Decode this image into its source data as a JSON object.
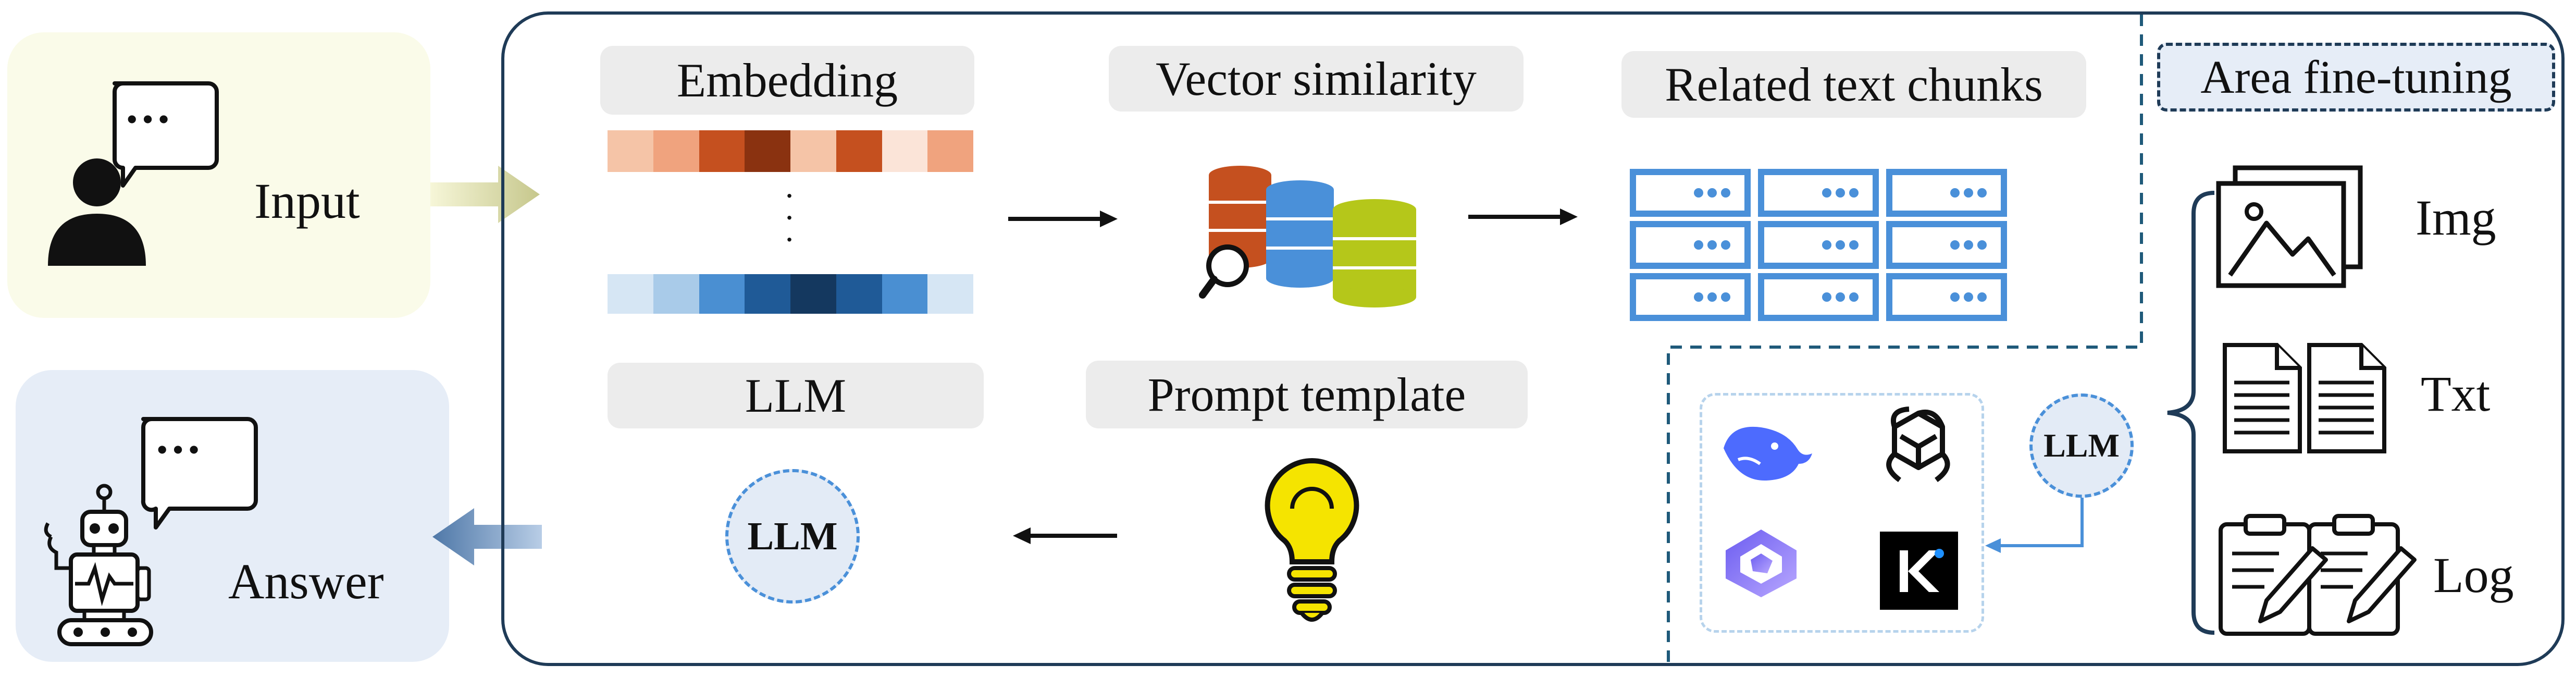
{
  "actors": {
    "input_label": "Input",
    "answer_label": "Answer",
    "bubble_text": "•••"
  },
  "pipeline": {
    "embedding_label": "Embedding",
    "similarity_label": "Vector similarity",
    "chunks_label": "Related text chunks",
    "llm_label": "LLM",
    "prompt_label": "Prompt template",
    "llm_badge": "LLM",
    "embedding_top_colors": [
      "#f5c4a7",
      "#f0a37e",
      "#c5501f",
      "#8a3210",
      "#f5c4a7",
      "#c5501f",
      "#fbe4d8",
      "#f0a37e"
    ],
    "embedding_bottom_colors": [
      "#d6e6f4",
      "#a9cbe9",
      "#4a8fd2",
      "#1f5a97",
      "#14385f",
      "#1f5a97",
      "#4a8fd2",
      "#d6e6f4"
    ]
  },
  "finetune": {
    "title": "Area fine-tuning",
    "items": [
      {
        "label": "Img",
        "icon": "image-icon"
      },
      {
        "label": "Txt",
        "icon": "document-icon"
      },
      {
        "label": "Log",
        "icon": "clipboard-icon"
      }
    ],
    "model_llm_badge": "LLM",
    "models": [
      "whale-logo-icon",
      "openai-logo-icon",
      "qwen-logo-icon",
      "kimi-logo-icon"
    ]
  },
  "colors": {
    "frame": "#1f3b57",
    "divider": "#1f5a7a",
    "input_bg": "#fafbe9",
    "answer_bg": "#e6edf7",
    "server_blue": "#4a90d9",
    "bulb_yellow": "#f5e400",
    "llm_circle": "#e3ebf6"
  }
}
